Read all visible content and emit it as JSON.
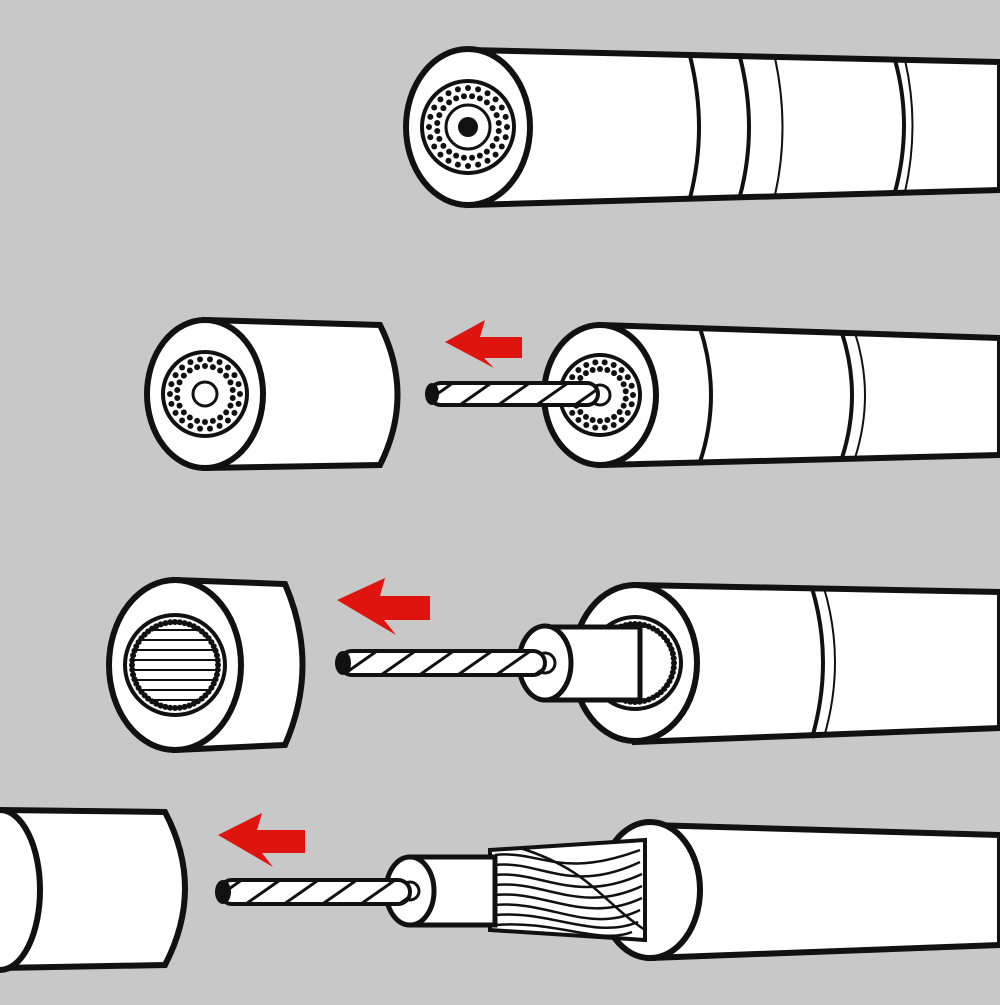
{
  "title": "",
  "colors": {
    "background": "#c8c8c8",
    "outline": "#111111",
    "body": "#ffffff",
    "arrow": "#e0140e",
    "conductor": "#111111"
  },
  "steps": [
    {
      "id": "step-1",
      "description_visible": false,
      "arrow": false
    },
    {
      "id": "step-2",
      "arrow": true,
      "arrow_icon": "arrow-left-icon"
    },
    {
      "id": "step-3",
      "arrow": true,
      "arrow_icon": "arrow-left-icon"
    },
    {
      "id": "step-4",
      "arrow": true,
      "arrow_icon": "arrow-left-icon"
    }
  ]
}
